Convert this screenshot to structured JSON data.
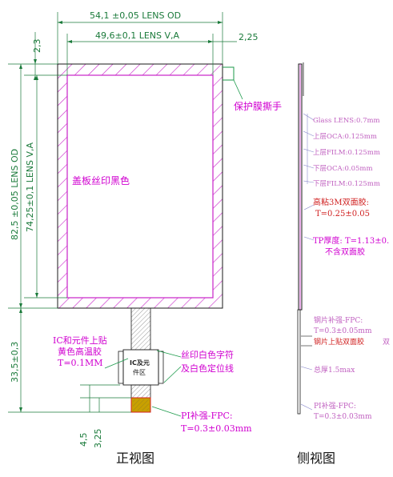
{
  "colors": {
    "dim": "#1a7a3a",
    "hatch": "#cc33cc",
    "part": "#1a1a1a",
    "annot": "#1b9a4a",
    "label": "#d000d0",
    "tape": "#e8e000",
    "tail": "#c8a000",
    "red": "#d02020"
  },
  "front": {
    "dims": {
      "lens_od_w": "54,1 ±0,05 LENS OD",
      "lens_va_w": "49,6±0,1 LENS V,A",
      "right_margin": "2,25",
      "top_margin": "2,3",
      "lens_od_h": "82,5 ±0,05 LENS OD",
      "lens_va_h": "74,25±0,1 LENS V,A",
      "fpc_len": "33,5±0,3",
      "tail_a": "4,5",
      "tail_b": "3,25"
    },
    "notes": {
      "protect_tab": "保护膜撕手",
      "silk_black": "盖板丝印黑色",
      "ic_line1": "IC和元件上贴",
      "ic_line2": "黄色高温胶",
      "ic_line3": "T=0.1MM",
      "silk_white1": "丝印白色字符",
      "silk_white2": "及白色定位线",
      "pi_line1": "PI补强-FPC:",
      "pi_line2": "T=0.3±0.03mm",
      "ic_box1": "IC及元",
      "ic_box2": "件区"
    },
    "caption": "正视图"
  },
  "side": {
    "layers": [
      "Glass LENS:0.7mm",
      "上层OCA:0.125mm",
      "上层FILM:0.125mm",
      "下层OCA:0.05mm",
      "下层FILM:0.125mm"
    ],
    "tape1": "高粘3M双面胶:",
    "tape2": "T=0.25±0.05",
    "tp1": "TP厚度: T=1.13±0.",
    "tp2": "不含双面胶",
    "steel1": "钢片补强-FPC:",
    "steel2": "T=0.3±0.05mm",
    "steel3": "钢片上贴双面胶",
    "steel_extra": "双",
    "total": "总厚1.5max",
    "pi1": "PI补强-FPC:",
    "pi2": "T=0.3±0.03mm",
    "caption": "侧视图"
  }
}
